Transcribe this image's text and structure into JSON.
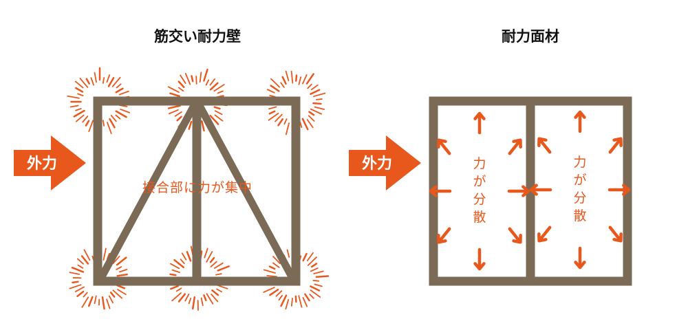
{
  "left_panel": {
    "title": "筋交い耐力壁",
    "force_label": "外力",
    "note": "接合部に力が集中"
  },
  "right_panel": {
    "title": "耐力面材",
    "force_label": "外力",
    "note_chars": [
      "力",
      "が",
      "分",
      "散"
    ]
  },
  "colors": {
    "frame": "#7a6a56",
    "accent": "#e8581c"
  }
}
